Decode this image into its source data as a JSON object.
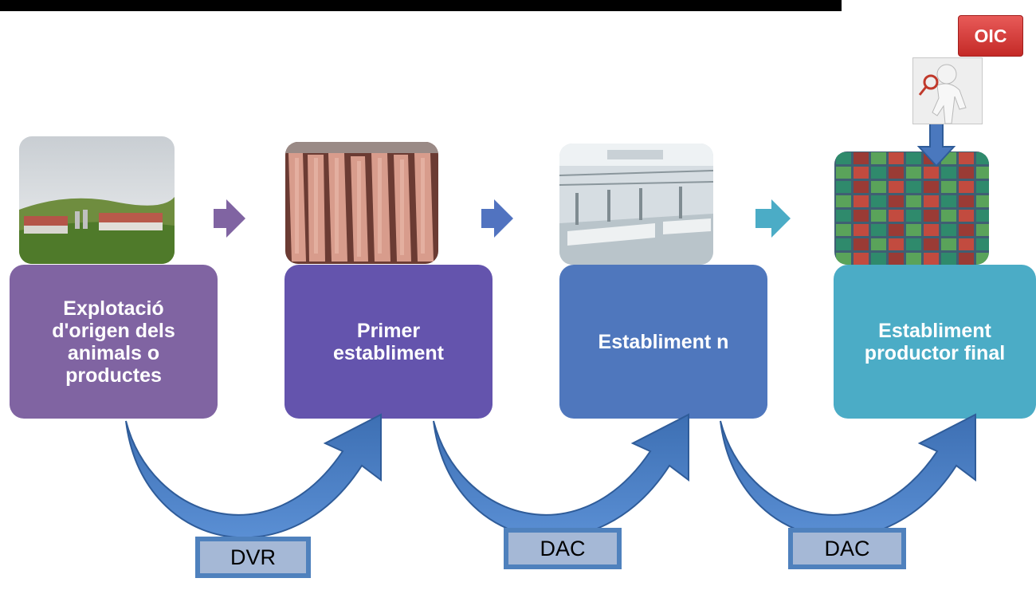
{
  "steps": [
    {
      "label": "Explotació d'origen dels animals o productes",
      "color": "#8064a2",
      "image": "farm"
    },
    {
      "label": "Primer establiment",
      "color": "#6454ad",
      "image": "carcasses"
    },
    {
      "label": "Establiment n",
      "color": "#4f77bd",
      "image": "processing-plant"
    },
    {
      "label": "Establiment productor final",
      "color": "#4bacc6",
      "image": "containers"
    }
  ],
  "documents": [
    {
      "label": "DVR"
    },
    {
      "label": "DAC"
    },
    {
      "label": "DAC"
    }
  ],
  "inspector": {
    "label": "OIC"
  },
  "colors": {
    "arrow1": "#8064a2",
    "arrow2": "#5173c0",
    "arrow3": "#4bacc6",
    "curved": "#4f81bd",
    "doc_fill": "#a5b8d6"
  }
}
